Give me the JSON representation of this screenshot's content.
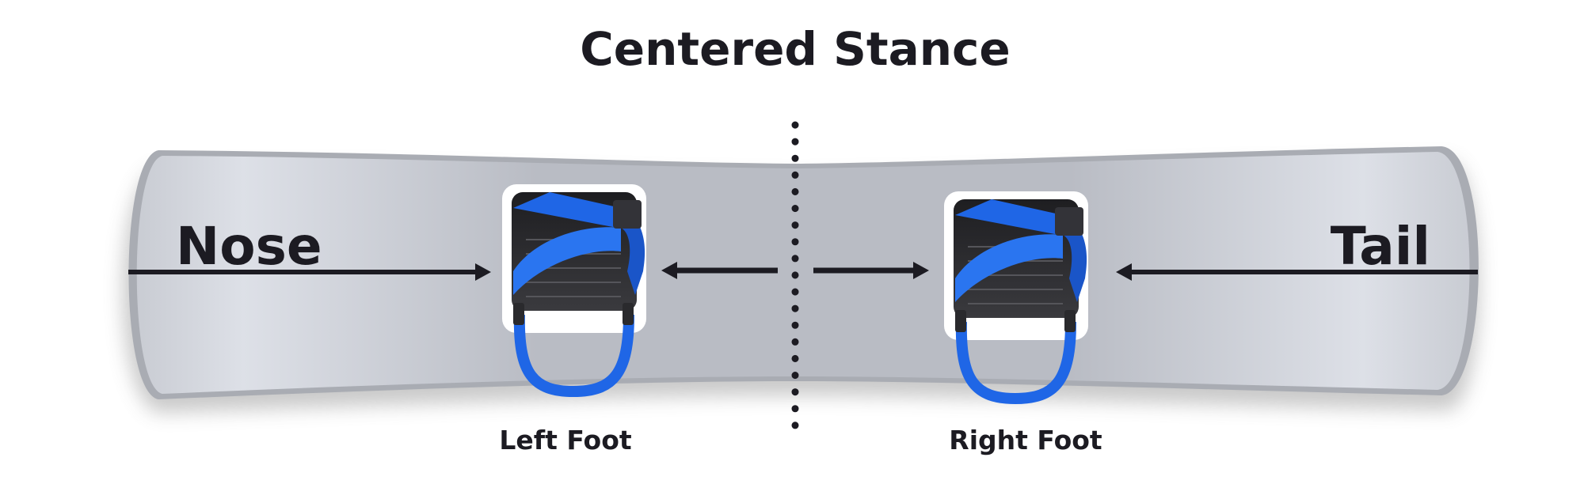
{
  "title": "Centered Stance",
  "labels": {
    "nose": "Nose",
    "tail": "Tail",
    "left_foot": "Left Foot",
    "right_foot": "Right Foot"
  },
  "colors": {
    "text": "#1c1b22",
    "board": "#bfc2c9",
    "strap": "#1f66e6",
    "binding": "#2b2b2e"
  }
}
